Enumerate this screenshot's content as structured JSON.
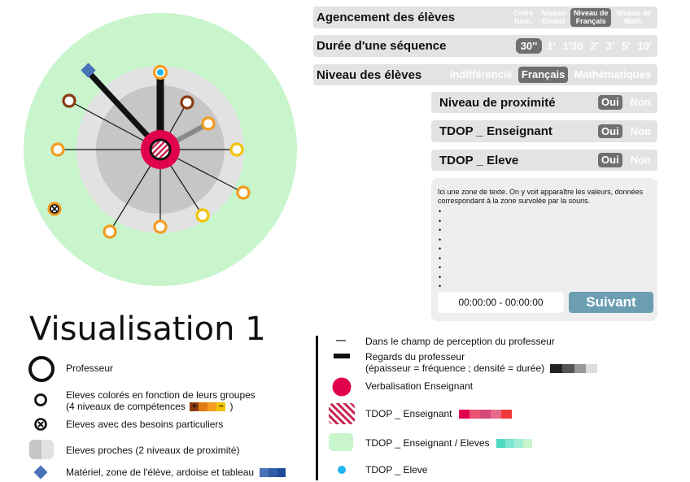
{
  "controls": {
    "agencement": {
      "label": "Agencement des élèves",
      "options": [
        {
          "line1": "Ordre",
          "line2": "Num.",
          "selected": false
        },
        {
          "line1": "Niveau",
          "line2": "Global",
          "selected": false
        },
        {
          "line1": "Niveau de",
          "line2": "Français",
          "selected": true
        },
        {
          "line1": "Niveau de",
          "line2": "Math.",
          "selected": false
        }
      ]
    },
    "duree": {
      "label": "Durée d'une séquence",
      "options": [
        {
          "text": "30''",
          "selected": true
        },
        {
          "text": "1'",
          "selected": false
        },
        {
          "text": "1'30",
          "selected": false
        },
        {
          "text": "2'",
          "selected": false
        },
        {
          "text": "3'",
          "selected": false
        },
        {
          "text": "5'",
          "selected": false
        },
        {
          "text": "10'",
          "selected": false
        }
      ]
    },
    "niveau": {
      "label": "Niveau des élèves",
      "options": [
        {
          "text": "Indifférencié",
          "selected": false
        },
        {
          "text": "Français",
          "selected": true
        },
        {
          "text": "Mathématiques",
          "selected": false
        }
      ]
    },
    "proximite": {
      "label": "Niveau de proximité",
      "oui": "Oui",
      "non": "Non"
    },
    "tdop_ens": {
      "label": "TDOP _ Enseignant",
      "oui": "Oui",
      "non": "Non"
    },
    "tdop_elv": {
      "label": "TDOP _ Eleve",
      "oui": "Oui",
      "non": "Non"
    }
  },
  "textzone": {
    "info": "Ici une zone de texte. On y voit apparaître les valeurs, données correspondant à la zone survolée par la souris.",
    "bullets": [
      "•",
      "•",
      "•",
      "•",
      "•",
      "•",
      "•",
      "•",
      "•"
    ],
    "time": "00:00:00 - 00:00:00",
    "next": "Suivant"
  },
  "title": "Visualisation 1",
  "legend": {
    "professeur": "Professeur",
    "eleves_line1": "Eleves colorés en fonction de leurs groupes",
    "eleves_line2_a": "(4 niveaux de compétences",
    "eleves_line2_b": ")",
    "scale_minus": "+",
    "scale_plus": "−",
    "besoins": "Eleves avec des besoins particuliers",
    "proches": "Eleves proches (2 niveaux de proximité)",
    "materiel": "Matériel, zone de l'élève, ardoise et tableau",
    "champ": "Dans le champ de perception du professeur",
    "regards_line1": "Regards du professeur",
    "regards_line2": "(épaisseur = fréquence ; densité = durée)",
    "verbalisation": "Verbalisation Enseignant",
    "tdop_ens": "TDOP _ Enseignant",
    "tdop_ens_elv": "TDOP _ Enseignant / Eleves",
    "tdop_elv": "TDOP _ Eleve"
  },
  "colors": {
    "accent_pink": "#e0004d",
    "proximity_green": "#c8f5cc",
    "student_orange": "#f39c1e",
    "student_brown": "#8b3a10",
    "student_yellow": "#f2c300",
    "material_blue": "#4a72b8",
    "tdop_eleve": "#1db4f0",
    "button_teal": "#6b9eb1"
  }
}
